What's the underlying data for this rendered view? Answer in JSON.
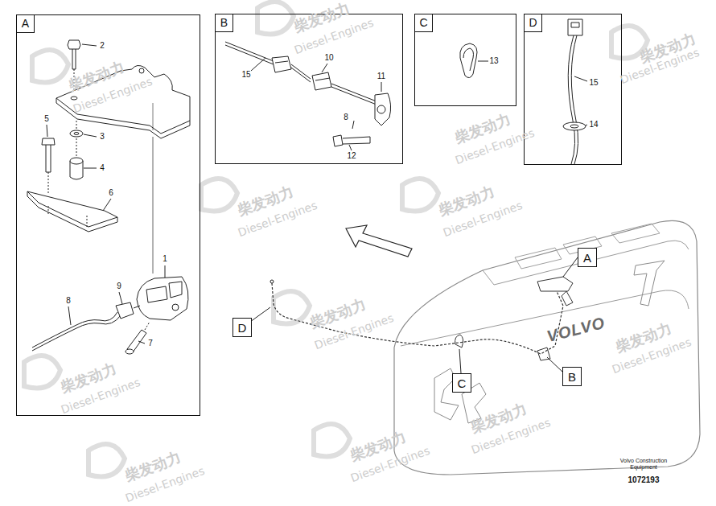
{
  "diagram": {
    "nodes": [
      {
        "text": [
          "A"
        ]
      },
      {
        "text": [
          "B"
        ]
      },
      {
        "text": [
          "C"
        ]
      },
      {
        "text": [
          "D"
        ]
      },
      {
        "text": [
          "A"
        ]
      },
      {
        "text": [
          "D"
        ]
      },
      {
        "text": [
          "B"
        ]
      },
      {
        "text": [
          "C"
        ]
      }
    ],
    "labels": [
      "2",
      "3",
      "4",
      "5",
      "6",
      "1",
      "9",
      "8",
      "7",
      "10",
      "11",
      "15",
      "8",
      "12",
      "13",
      "15",
      "14",
      "VOLVO",
      "Volvo Construction Equipment",
      "1072193",
      "柴发动力",
      "Diesel-Engines",
      "柴发动力",
      "Diesel-Engines",
      "柴发动力",
      "Diesel-Engines",
      "柴发动力",
      "Diesel-Engines",
      "柴发动力",
      "Diesel-Engines",
      "柴发动力",
      "Diesel-Engines",
      "柴发动力",
      "Diesel-Engines",
      "柴发动力",
      "Diesel-Engines",
      "柴发动力",
      "Diesel-Engines",
      "柴发动力",
      "Diesel-Engines",
      "柴发动力",
      "Diesel-Engines",
      "柴发动力",
      "Diesel-Engines"
    ]
  }
}
